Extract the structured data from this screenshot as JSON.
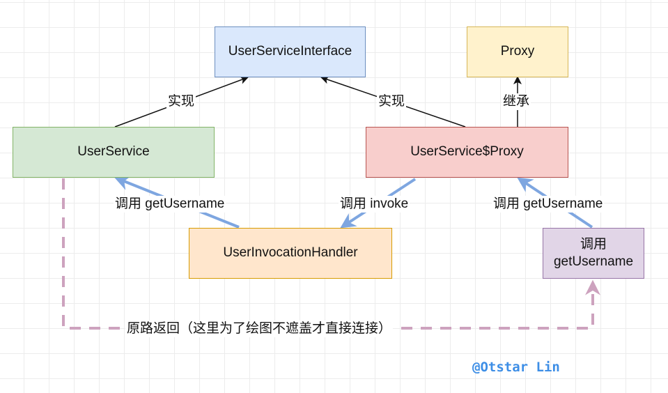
{
  "colors": {
    "interface_fill": "#dae8fc",
    "interface_border": "#6c8ebf",
    "service_fill": "#d5e8d4",
    "service_border": "#82b366",
    "proxy_fill": "#fff2cc",
    "proxy_border": "#d6b656",
    "proxy_impl_fill": "#f8cecc",
    "proxy_impl_border": "#b85450",
    "handler_fill": "#ffe6cc",
    "handler_border": "#d79b00",
    "caller_fill": "#e1d5e7",
    "caller_border": "#9673a6",
    "call_arrow": "#7ea6e0",
    "return_arrow": "#cda2be",
    "watermark": "#3d8ee6"
  },
  "nodes": {
    "user_service_interface": "UserServiceInterface",
    "proxy": "Proxy",
    "user_service": "UserService",
    "user_service_proxy": "UserService$Proxy",
    "user_invocation_handler": "UserInvocationHandler",
    "caller_line1": "调用",
    "caller_line2": "getUsername"
  },
  "edges": {
    "implements_left": "实现",
    "implements_right": "实现",
    "extends": "继承",
    "call_get_username_left": "调用 getUsername",
    "call_invoke": "调用 invoke",
    "call_get_username_right": "调用 getUsername",
    "return_path": "原路返回（这里为了绘图不遮盖才直接连接）"
  },
  "watermark": "@Otstar Lin"
}
